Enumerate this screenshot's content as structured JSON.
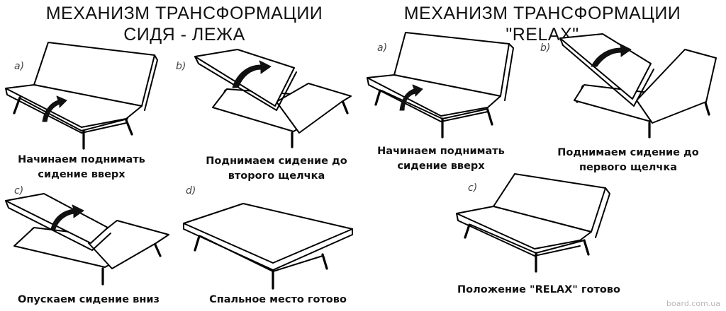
{
  "left_section": {
    "title_line1": "МЕХАНИЗМ ТРАНСФОРМАЦИИ",
    "title_line2": "СИДЯ - ЛЕЖА",
    "steps": [
      {
        "label": "a)",
        "caption_line1": "Начинаем поднимать",
        "caption_line2": "сидение вверх"
      },
      {
        "label": "b)",
        "caption_line1": "Поднимаем сидение до",
        "caption_line2": "второго щелчка"
      },
      {
        "label": "c)",
        "caption_line1": "Опускаем сидение вниз",
        "caption_line2": ""
      },
      {
        "label": "d)",
        "caption_line1": "Спальное место готово",
        "caption_line2": ""
      }
    ]
  },
  "right_section": {
    "title": "МЕХАНИЗМ ТРАНСФОРМАЦИИ \"RELAX\"",
    "steps": [
      {
        "label": "a)",
        "caption_line1": "Начинаем поднимать",
        "caption_line2": "сидение вверх"
      },
      {
        "label": "b)",
        "caption_line1": "Поднимаем сидение до",
        "caption_line2": "первого щелчка"
      },
      {
        "label": "c)",
        "caption_line1": "Положение \"RELAX\" готово",
        "caption_line2": ""
      }
    ]
  },
  "watermark": "board.com.ua"
}
